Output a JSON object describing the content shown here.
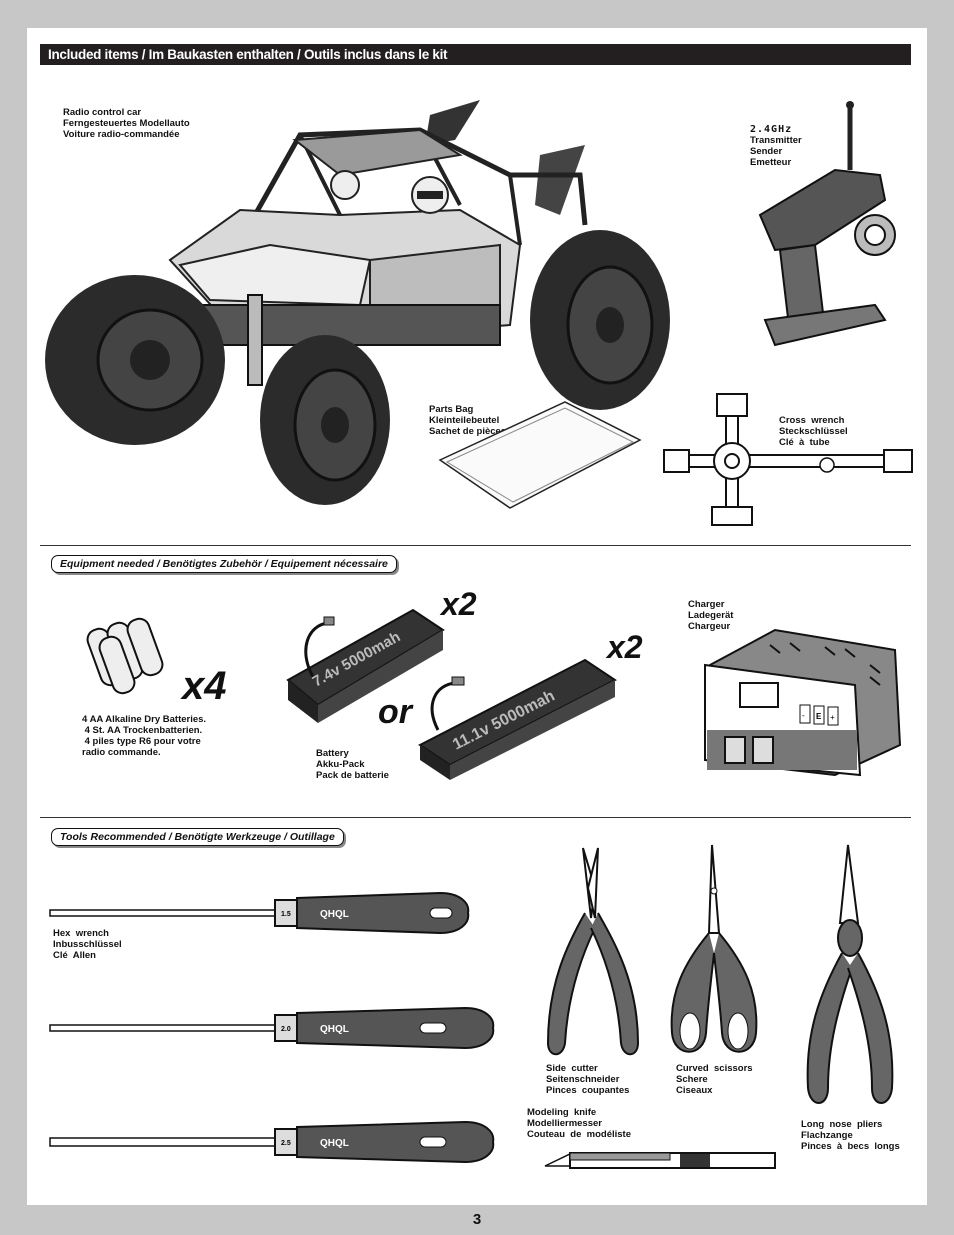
{
  "header": {
    "title": "Included items / Im Baukasten enthalten / Outils inclus dans le kit"
  },
  "included": {
    "car": {
      "line1": "Radio control car",
      "line2": "Ferngesteuertes Modellauto",
      "line3": "Voiture radio-commandée"
    },
    "transmitter": {
      "band": "2.4GHz",
      "line1": "Transmitter",
      "line2": "Sender",
      "line3": "Emetteur"
    },
    "parts_bag": {
      "line1": "Parts Bag",
      "line2": "Kleinteilebeutel",
      "line3": "Sachet de pièces détachées"
    },
    "cross_wrench": {
      "line1": "Cross  wrench",
      "line2": "Steckschlüssel",
      "line3": "Clé  à  tube"
    }
  },
  "equipment": {
    "title": "Equipment needed / Benötigtes Zubehör / Equipement nécessaire",
    "batteries": {
      "qty": "x4",
      "line1": "4 AA Alkaline Dry Batteries.",
      "line2": " 4 St. AA Trockenbatterien.",
      "line3": " 4 piles type R6 pour votre",
      "line4": "radio commande."
    },
    "battery_pack": {
      "pack1_text": "7.4v 5000mah",
      "pack1_qty": "x2",
      "or": "or",
      "pack2_text": "11.1v 5000mah",
      "pack2_qty": "x2",
      "line1": "Battery",
      "line2": "Akku-Pack",
      "line3": "Pack de batterie"
    },
    "charger": {
      "line1": "Charger",
      "line2": "Ladegerät",
      "line3": "Chargeur",
      "btn_minus": "-",
      "btn_e": "E",
      "btn_plus": "+"
    }
  },
  "tools": {
    "title": "Tools Recommended / Benötigte Werkzeuge / Outillage",
    "hex": {
      "line1": "Hex  wrench",
      "line2": "Inbusschlüssel",
      "line3": "Clé  Allen",
      "sizes": [
        "1.5",
        "2.0",
        "2.5"
      ],
      "brand": "QHQL"
    },
    "side_cutter": {
      "line1": "Side  cutter",
      "line2": "Seitenschneider",
      "line3": "Pinces  coupantes"
    },
    "scissors": {
      "line1": "Curved  scissors",
      "line2": "Schere",
      "line3": "Ciseaux"
    },
    "knife": {
      "line1": "Modeling  knife",
      "line2": "Modelliermesser",
      "line3": "Couteau  de  modéliste"
    },
    "pliers": {
      "line1": "Long  nose  pliers",
      "line2": "Flachzange",
      "line3": "Pinces  à  becs  longs"
    }
  },
  "page_number": "3"
}
